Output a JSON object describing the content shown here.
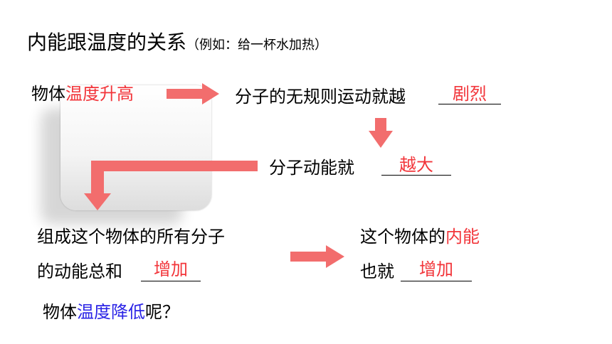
{
  "title": {
    "main": "内能跟温度的关系",
    "sub": "（例如：给一杯水加热）"
  },
  "row1": {
    "left_prefix": "物体",
    "left_highlight": "温度升高",
    "right_text": "分子的无规则运动就越",
    "answer": "剧烈"
  },
  "row2": {
    "text": "分子动能就",
    "answer": "越大"
  },
  "row3": {
    "line1": "组成这个物体的所有分子",
    "line2": "的动能总和",
    "answer_left": "增加",
    "right_line1_prefix": "这个物体的",
    "right_line1_highlight": "内能",
    "right_line2": "也就",
    "answer_right": "增加"
  },
  "question": {
    "prefix": "物体",
    "highlight": "温度降低",
    "suffix": "呢？"
  },
  "colors": {
    "accent_red": "#f2353a",
    "arrow": "#f26d6d",
    "highlight_blue": "#2b24e6"
  }
}
